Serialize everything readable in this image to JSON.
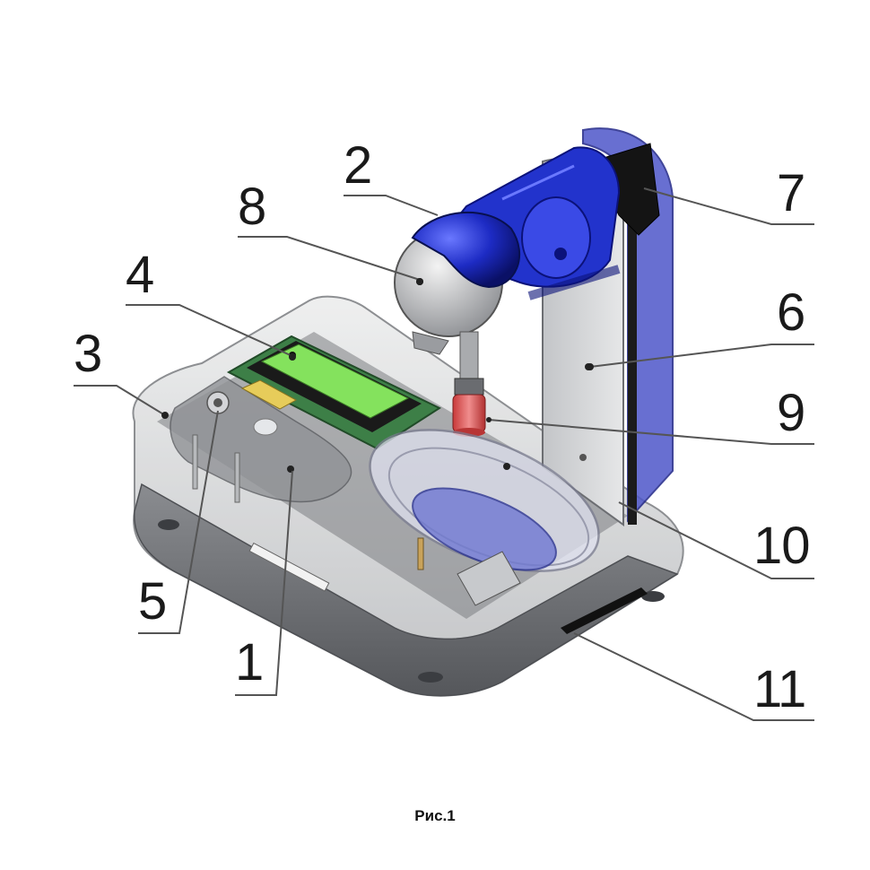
{
  "caption": "Рис.1",
  "labels": {
    "l1": "1",
    "l2": "2",
    "l3": "3",
    "l4": "4",
    "l5": "5",
    "l6": "6",
    "l7": "7",
    "l8": "8",
    "l9": "9",
    "l10": "10",
    "l11": "11"
  },
  "colors": {
    "body_shell": "#d9dadc",
    "body_dark": "#6d6f73",
    "blue": "#1e2fd0",
    "blue_translucent": "#5560d8",
    "lcd_green": "#7fe05a",
    "pcb": "#3f7f4a",
    "bowl": "#c9cbe8",
    "leader": "#555555"
  }
}
